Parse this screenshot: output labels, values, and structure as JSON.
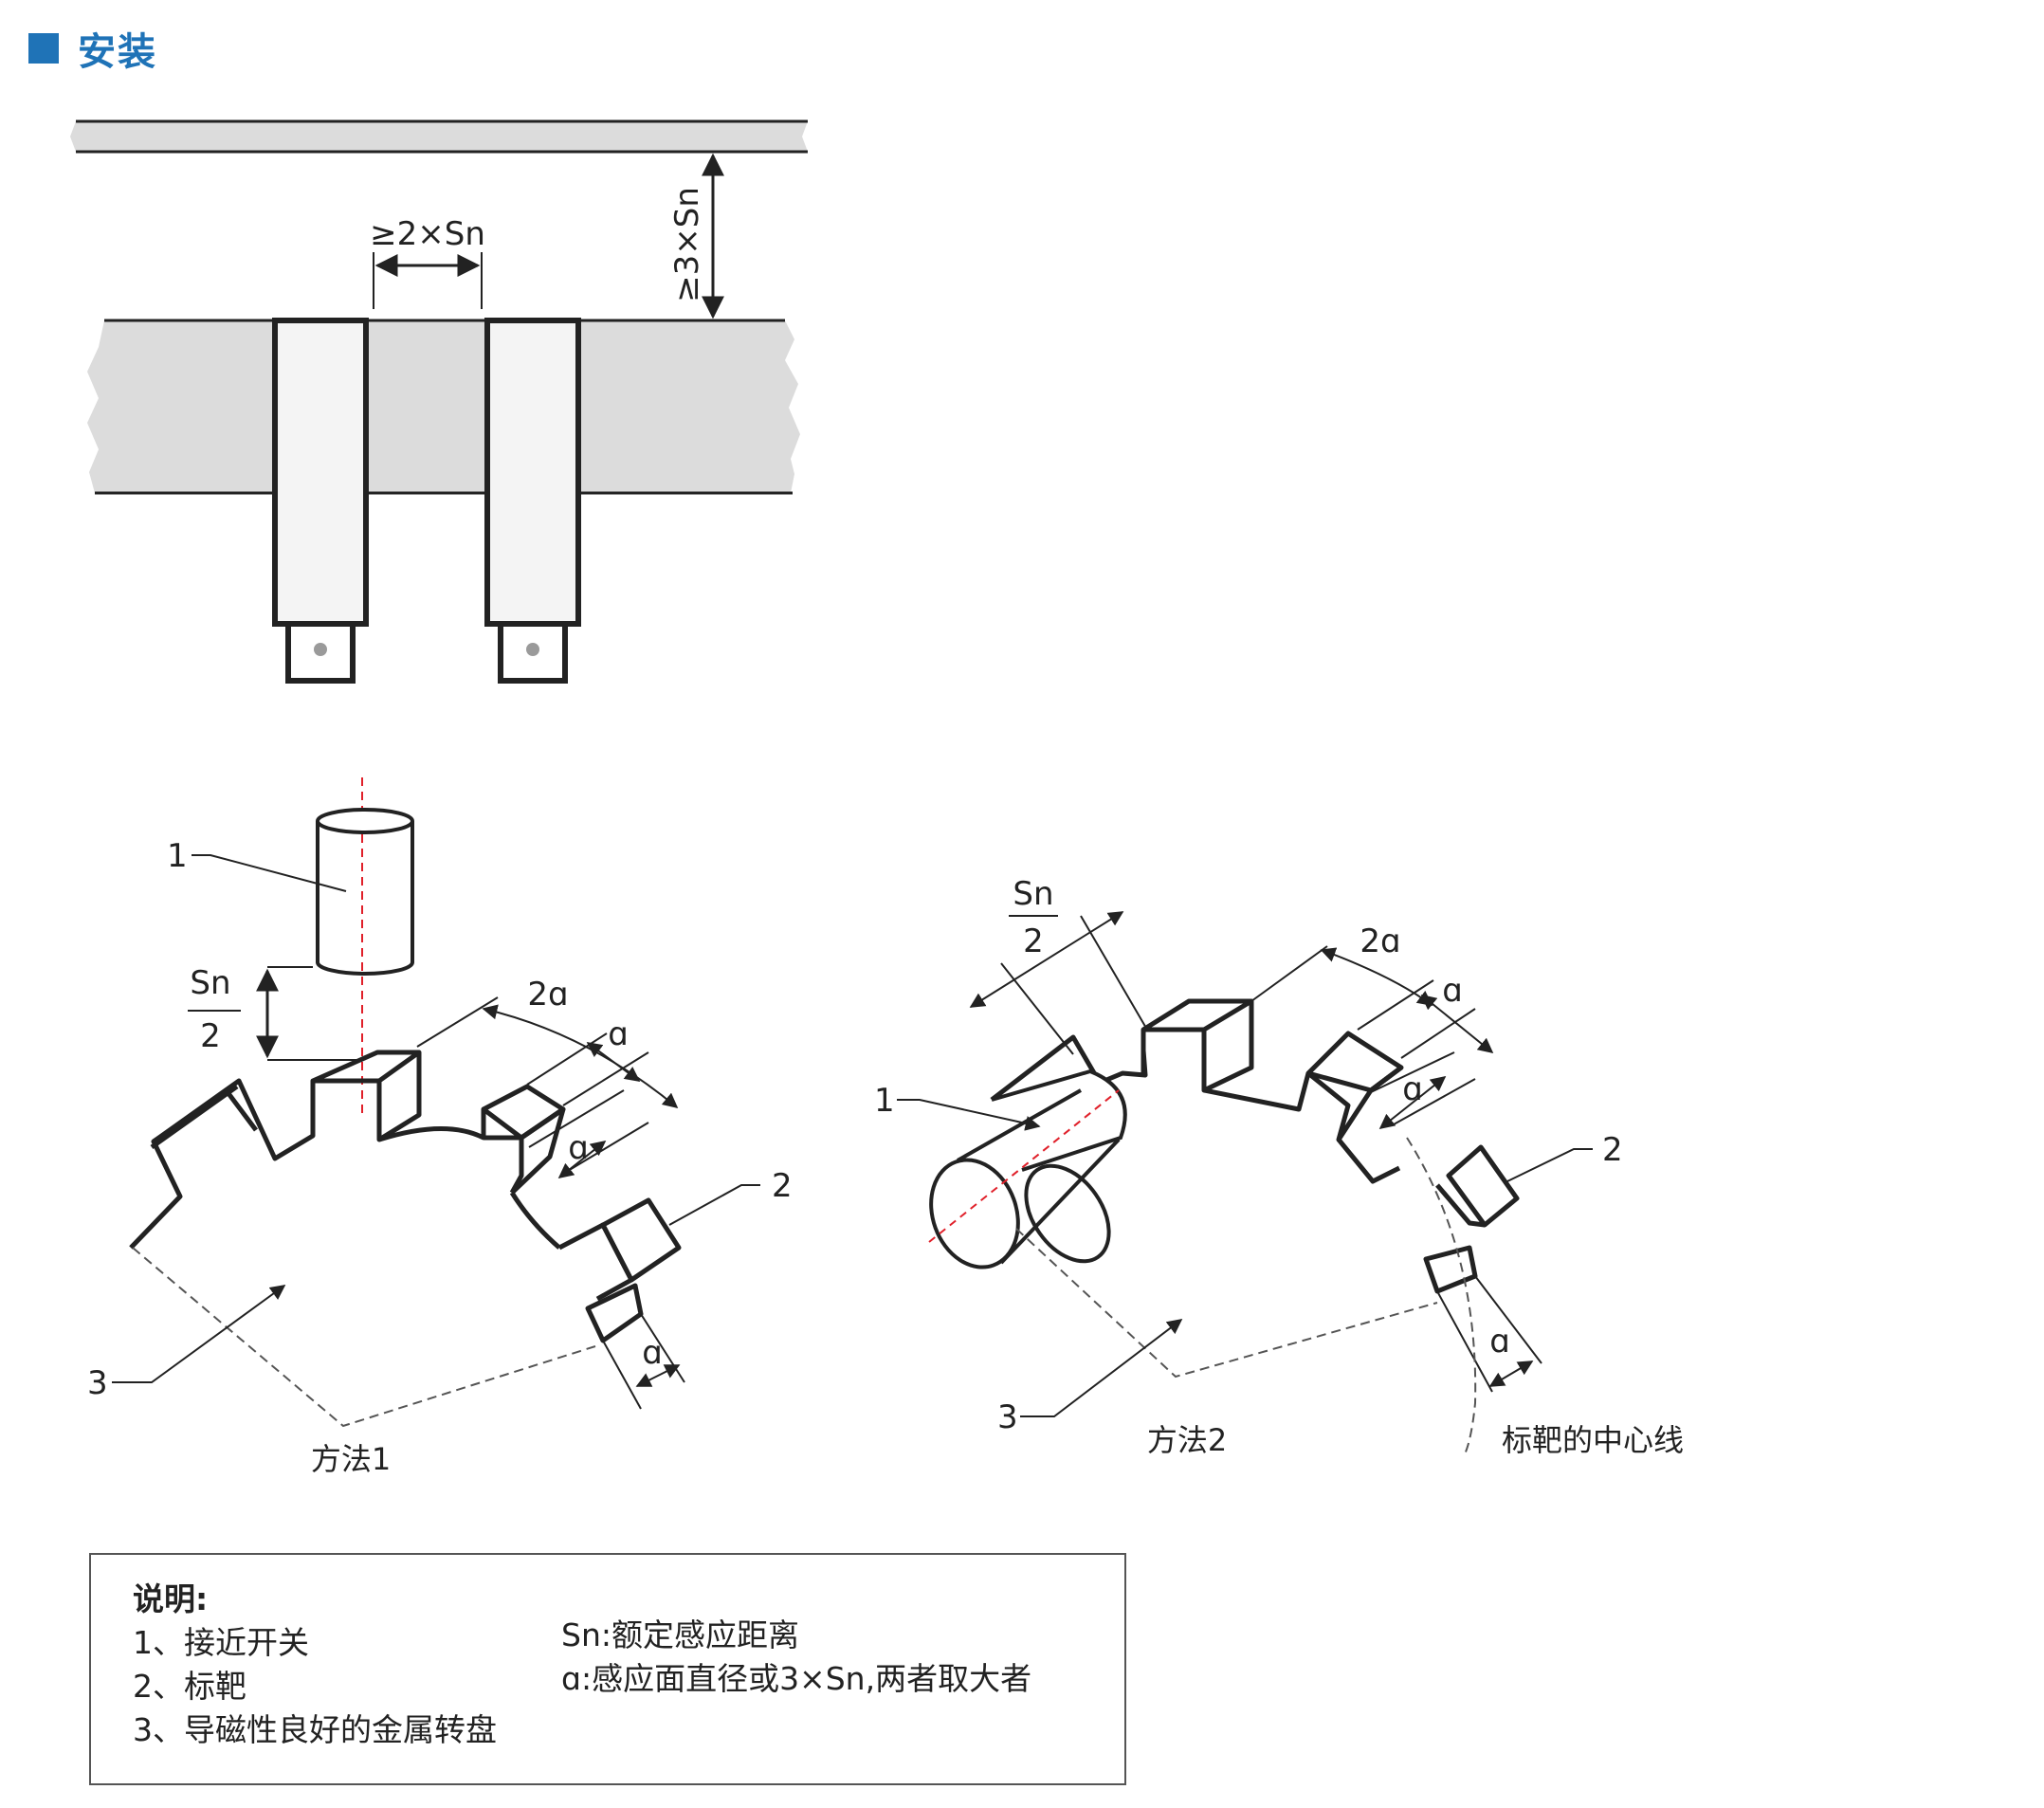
{
  "header": {
    "title": "安装"
  },
  "mount": {
    "spacing_label": "≥2×Sn",
    "distance_label": "≥3×Sn"
  },
  "method1": {
    "caption": "方法1",
    "labels": {
      "sensor": "1",
      "target": "2",
      "disk": "3"
    },
    "sn_num": "Sn",
    "sn_den": "2",
    "two_a": "2ɑ",
    "a_top": "ɑ",
    "a_mid": "ɑ",
    "a_bot": "ɑ"
  },
  "method2": {
    "caption": "方法2",
    "centerline": "标靶的中心线",
    "labels": {
      "sensor": "1",
      "target": "2",
      "disk": "3"
    },
    "sn_num": "Sn",
    "sn_den": "2",
    "two_a": "2ɑ",
    "a_top": "ɑ",
    "a_mid": "ɑ",
    "a_bot": "ɑ"
  },
  "legend": {
    "heading": "说明:",
    "items": [
      "1、接近开关",
      "2、标靶",
      "3、导磁性良好的金属转盘"
    ],
    "defs": [
      "Sn:额定感应距离",
      "ɑ:感应面直径或3×Sn,两者取大者"
    ]
  },
  "colors": {
    "accent": "#1f73b7",
    "centerline": "#e0202a",
    "plate": "#dcdcdc"
  }
}
